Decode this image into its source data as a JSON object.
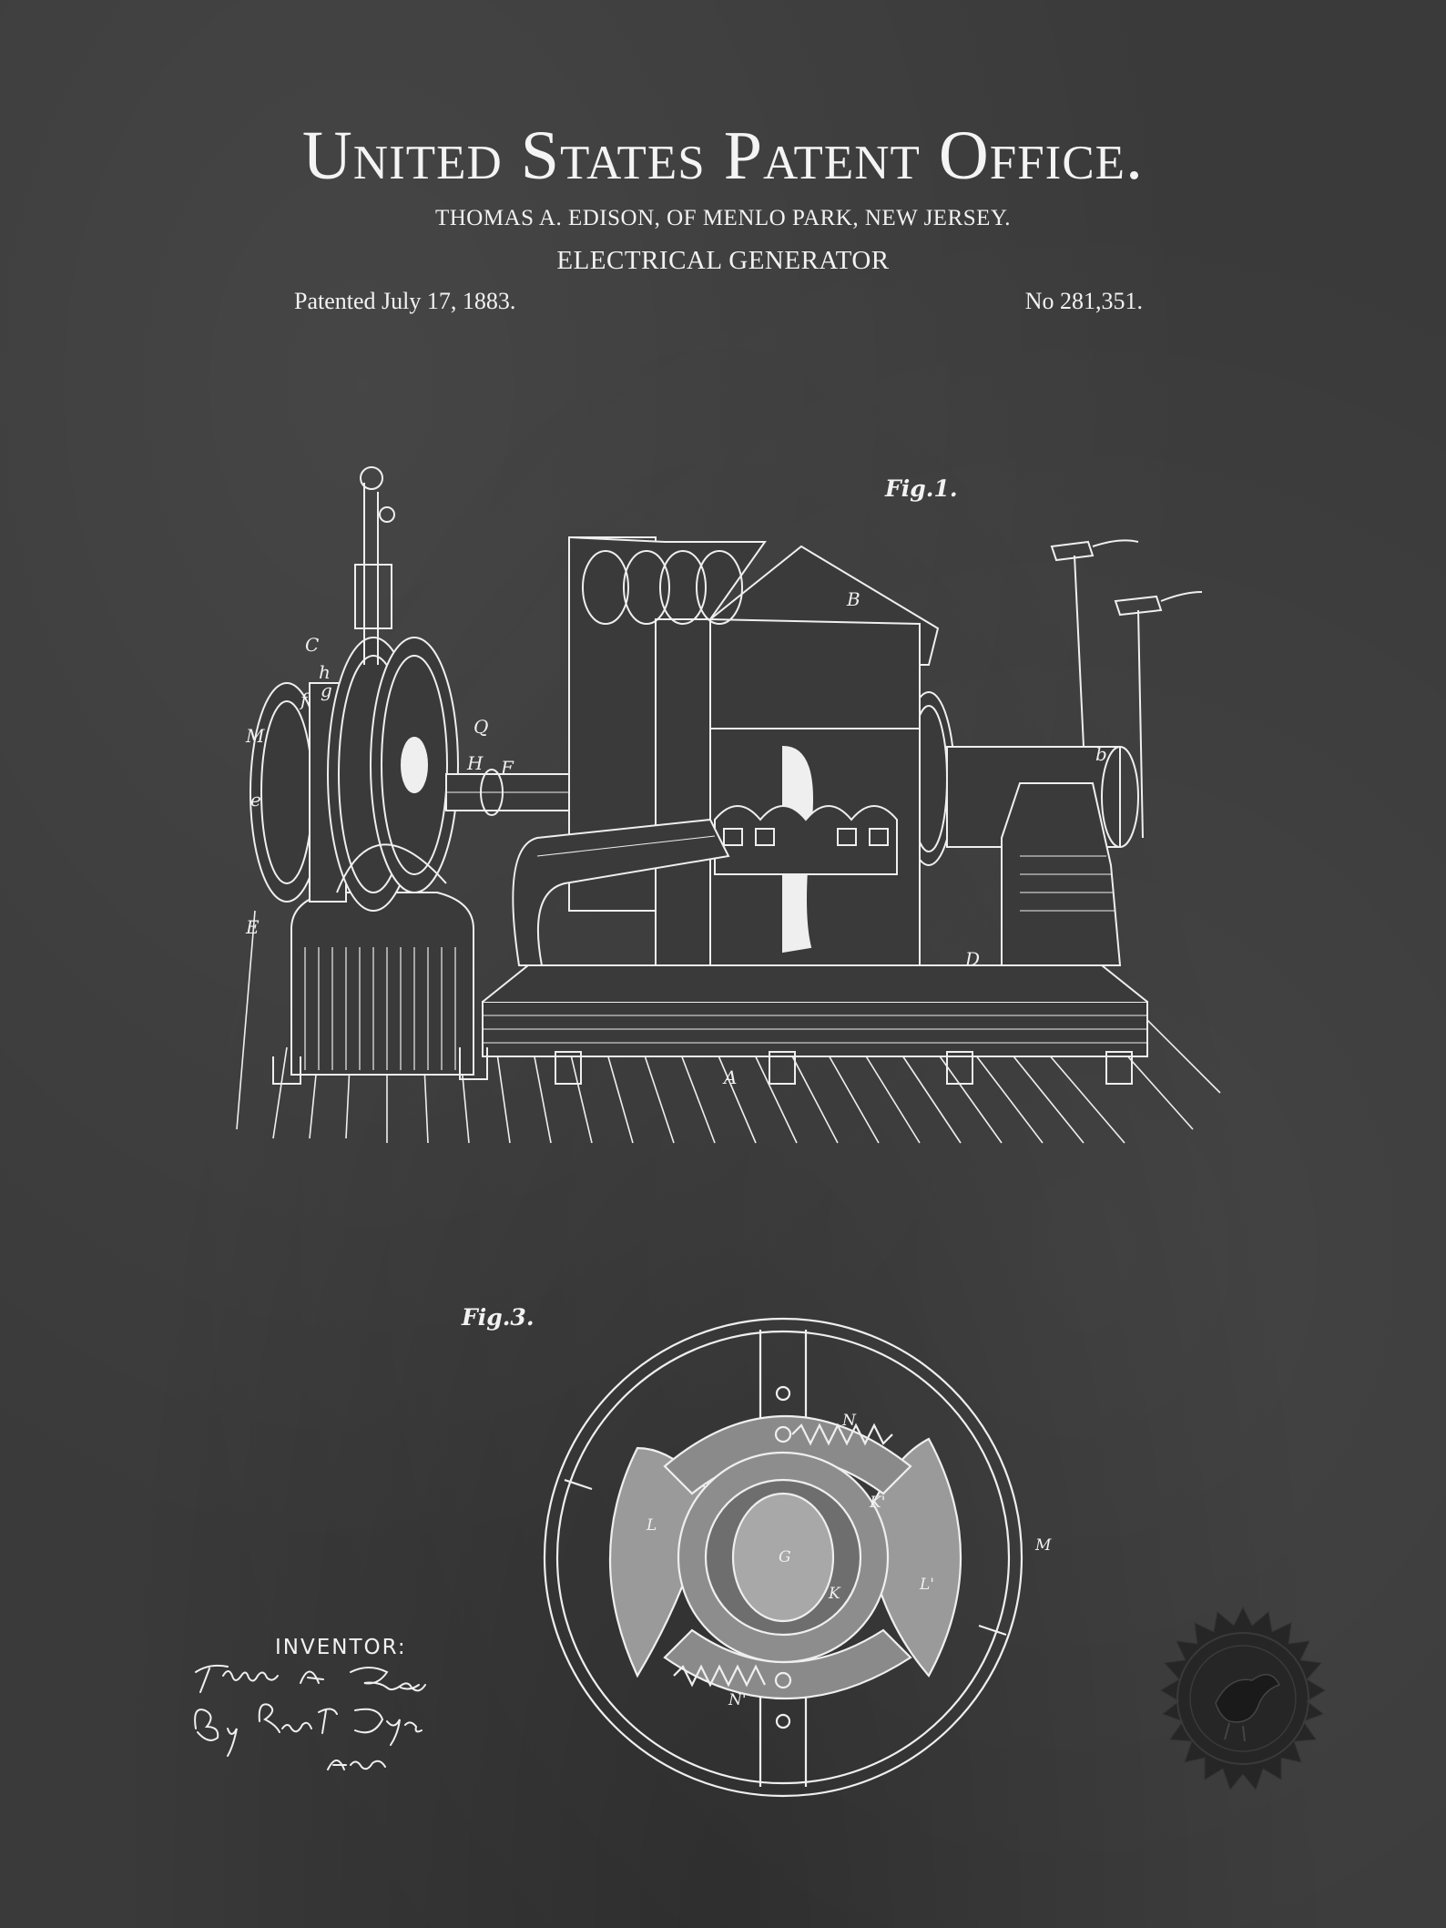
{
  "header": {
    "title": "United States Patent Office.",
    "inventor_line": "THOMAS A. EDISON, OF MENLO PARK, NEW JERSEY.",
    "invention": "ELECTRICAL GENERATOR",
    "patented": "Patented July 17, 1883.",
    "number": "No 281,351."
  },
  "figures": {
    "fig1": {
      "label": "Fig.1.",
      "letters": [
        "B",
        "C",
        "h",
        "M",
        "f",
        "g",
        "Q",
        "e",
        "H",
        "F",
        "E",
        "A",
        "D",
        "b"
      ]
    },
    "fig3": {
      "label": "Fig.3.",
      "letters": [
        "N",
        "K'",
        "M",
        "L",
        "L'",
        "G",
        "K",
        "N'"
      ]
    }
  },
  "signature": {
    "heading": "INVENTOR:",
    "signature_lines": [
      "Thomas A. Edison",
      "By Rich. N. Dyer",
      "Atty."
    ]
  },
  "seal": {
    "icon": "eagle-seal-icon",
    "color": "#1f1f1f"
  }
}
